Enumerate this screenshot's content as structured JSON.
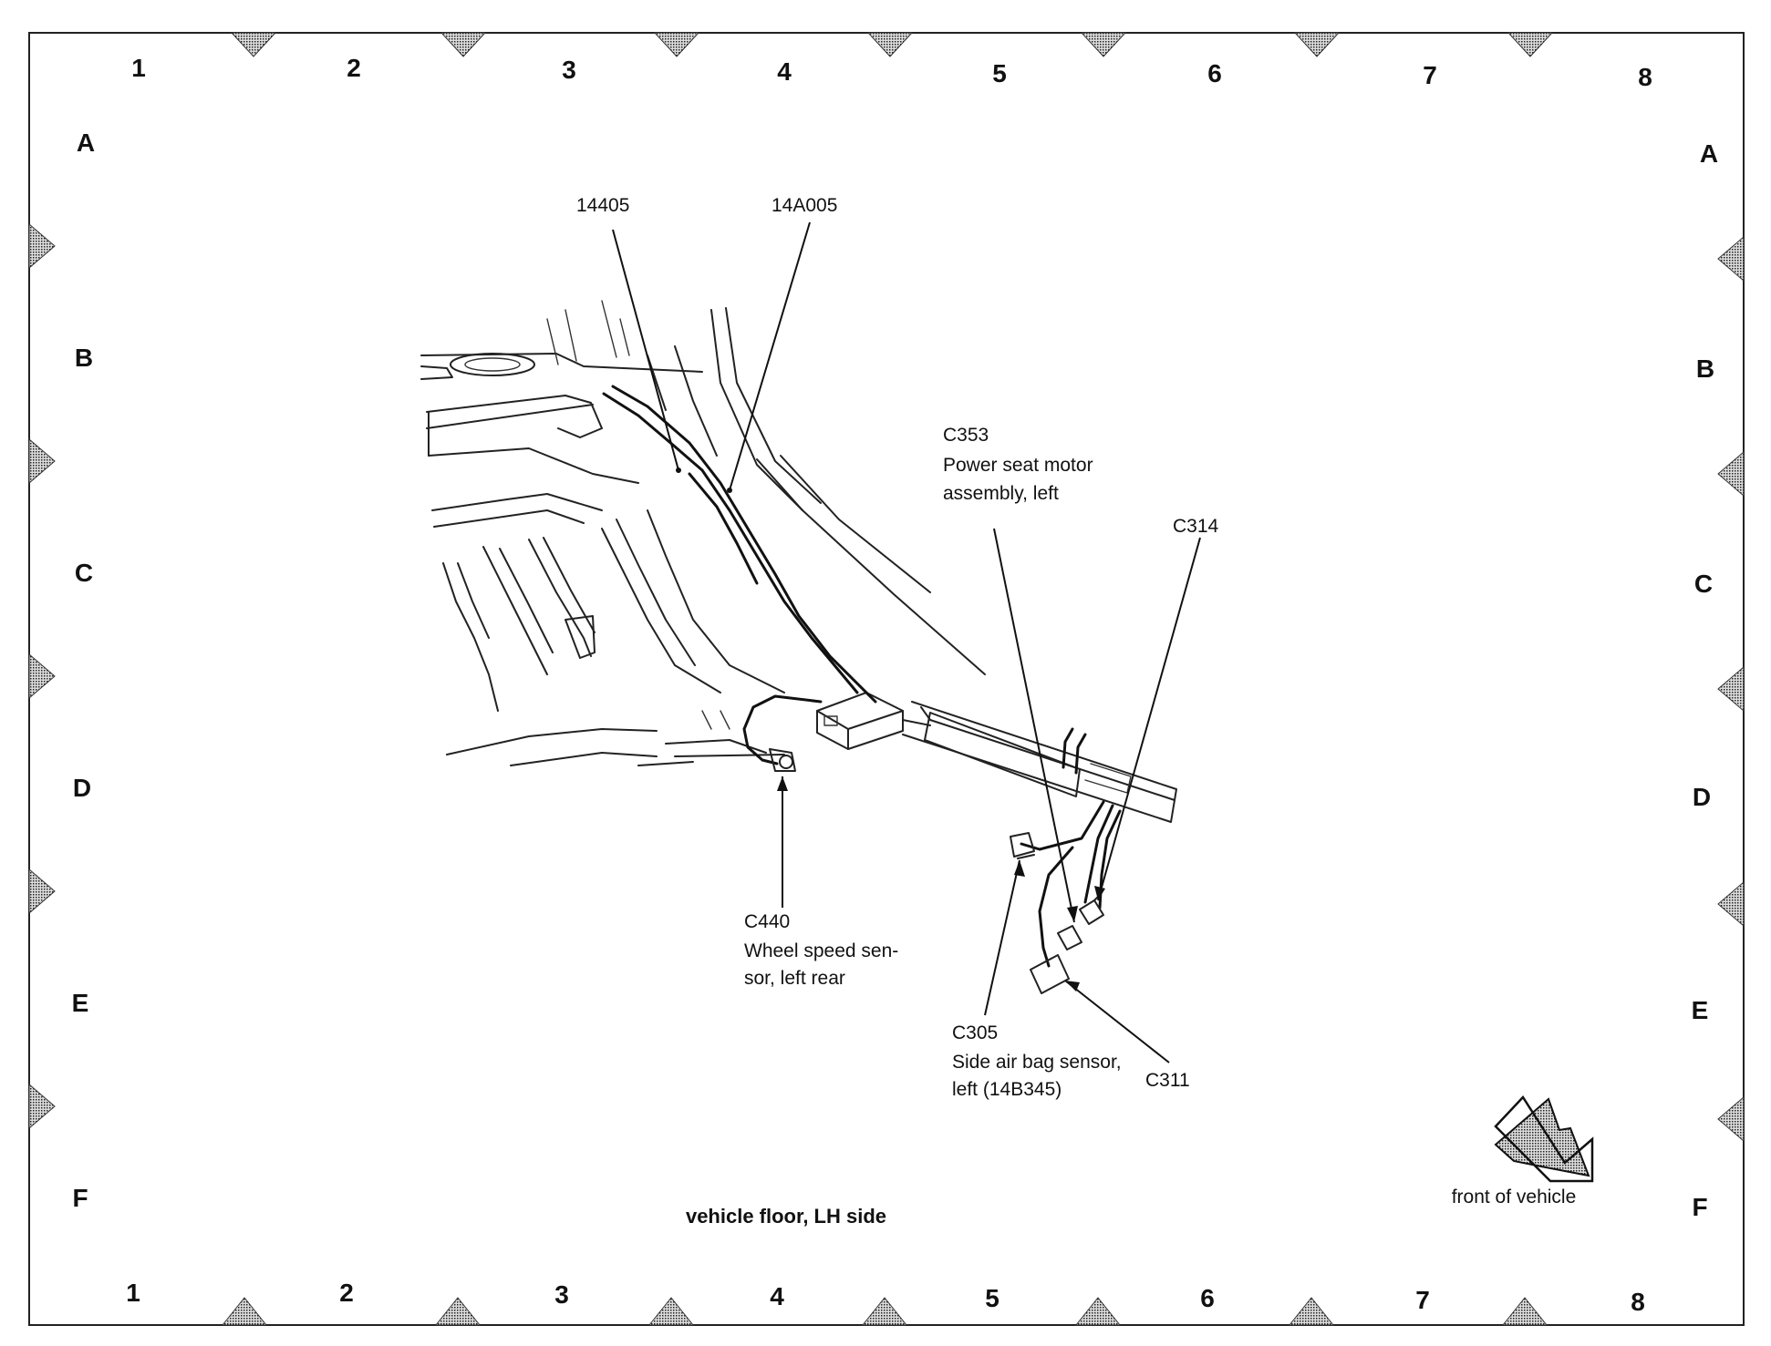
{
  "grid": {
    "columns": [
      "1",
      "2",
      "3",
      "4",
      "5",
      "6",
      "7",
      "8"
    ],
    "rows": [
      "A",
      "B",
      "C",
      "D",
      "E",
      "F"
    ]
  },
  "callouts": {
    "c14405": "14405",
    "c14a005": "14A005",
    "c353": {
      "code": "C353",
      "desc1": "Power seat motor",
      "desc2": "assembly, left"
    },
    "c314": "C314",
    "c440": {
      "code": "C440",
      "desc1": "Wheel speed sen-",
      "desc2": "sor, left rear"
    },
    "c305": {
      "code": "C305",
      "desc1": "Side air bag sensor,",
      "desc2": "left (14B345)"
    },
    "c311": "C311"
  },
  "caption": "vehicle floor, LH side",
  "orientation": "front of vehicle"
}
